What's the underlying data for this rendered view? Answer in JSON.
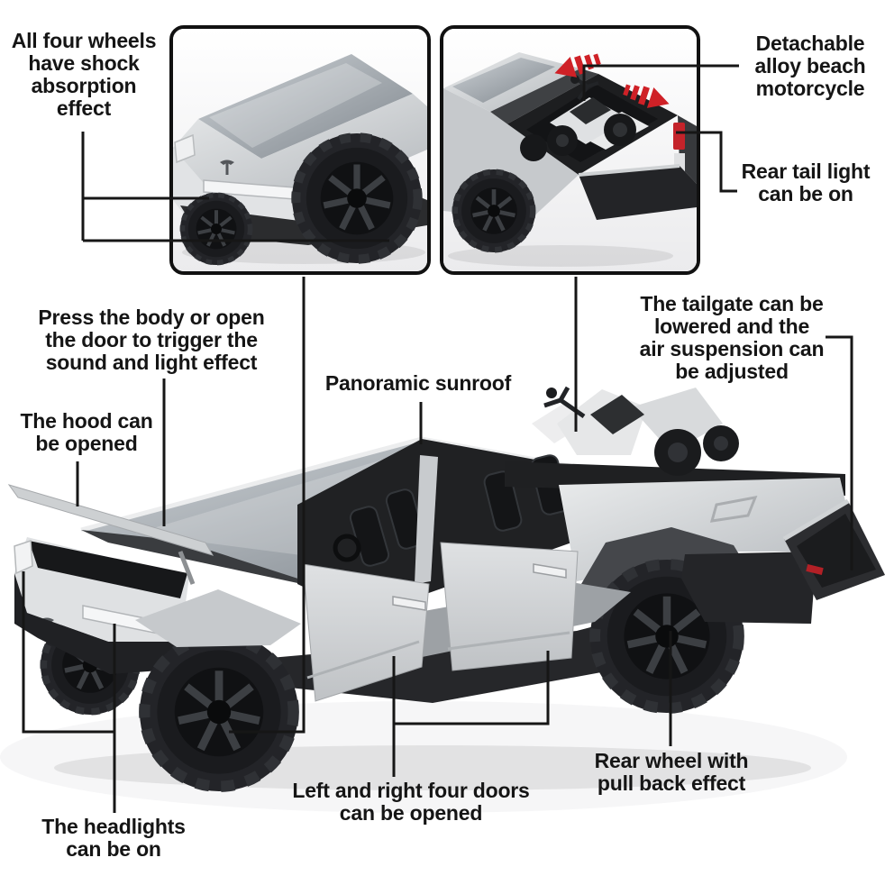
{
  "product": "Tesla Cybertruck die-cast toy feature infographic",
  "colors": {
    "background": "#ffffff",
    "text": "#151515",
    "leader_line": "#161616",
    "accent_red": "#cf2127",
    "body_silver": "#d4d7d9",
    "tire_black": "#232428"
  },
  "insets": {
    "front_closeup": {
      "description": "close-up of truck front and wheels"
    },
    "rear_closeup": {
      "description": "close-up of truck bed with detachable motorcycle and red arrows"
    }
  },
  "annotations": {
    "wheels_shock": {
      "lines": [
        "All four wheels",
        "have shock",
        "absorption",
        "effect"
      ]
    },
    "motorcycle": {
      "lines": [
        "Detachable",
        "alloy beach",
        "motorcycle"
      ]
    },
    "tail_light": {
      "lines": [
        "Rear tail light",
        "can be on"
      ]
    },
    "press_body": {
      "lines": [
        "Press the body or open",
        "the door to trigger the",
        "sound and light effect"
      ]
    },
    "sunroof": {
      "lines": [
        "Panoramic sunroof"
      ]
    },
    "tailgate": {
      "lines": [
        "The tailgate can be",
        "lowered and the",
        "air suspension can",
        "be adjusted"
      ]
    },
    "hood": {
      "lines": [
        "The hood can",
        "be opened"
      ]
    },
    "headlights": {
      "lines": [
        "The headlights",
        "can be on"
      ]
    },
    "doors": {
      "lines": [
        "Left and right four doors",
        "can be opened"
      ]
    },
    "rear_wheel": {
      "lines": [
        "Rear wheel with",
        "pull back effect"
      ]
    }
  }
}
